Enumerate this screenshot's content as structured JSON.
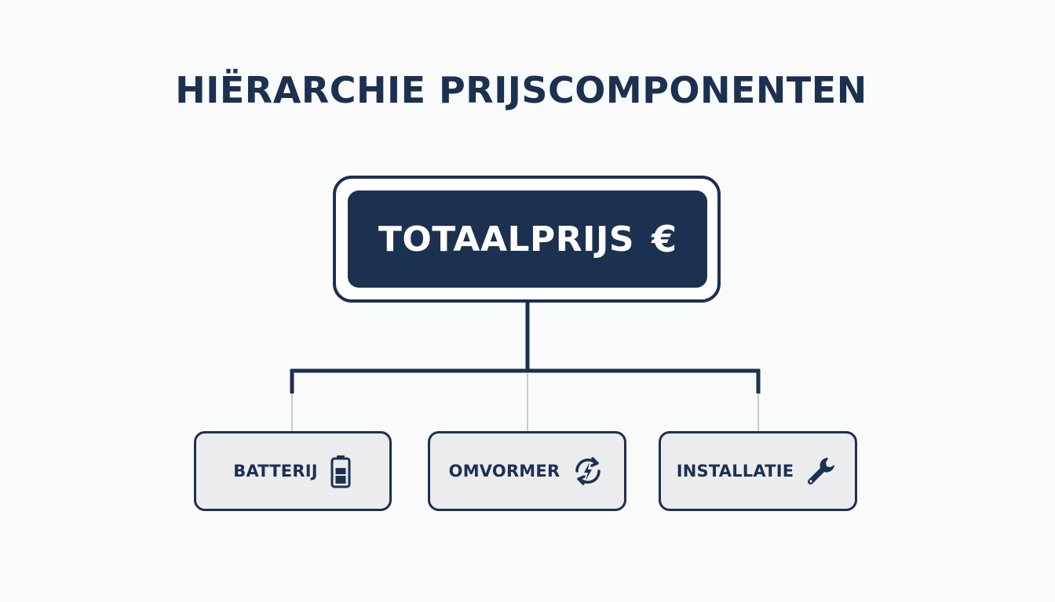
{
  "title": "HIËRARCHIE PRIJSCOMPONENTEN",
  "root": {
    "label": "TOTAALPRIJS",
    "currency_symbol": "€"
  },
  "children": [
    {
      "label": "BATTERIJ",
      "icon": "battery-icon"
    },
    {
      "label": "OMVORMER",
      "icon": "inverter-cycle-icon"
    },
    {
      "label": "INSTALLATIE",
      "icon": "wrench-icon"
    }
  ],
  "colors": {
    "navy": "#1c3050",
    "background": "#f9fafa",
    "child_fill": "#ebecee",
    "thin_connector": "#c9cbce"
  }
}
